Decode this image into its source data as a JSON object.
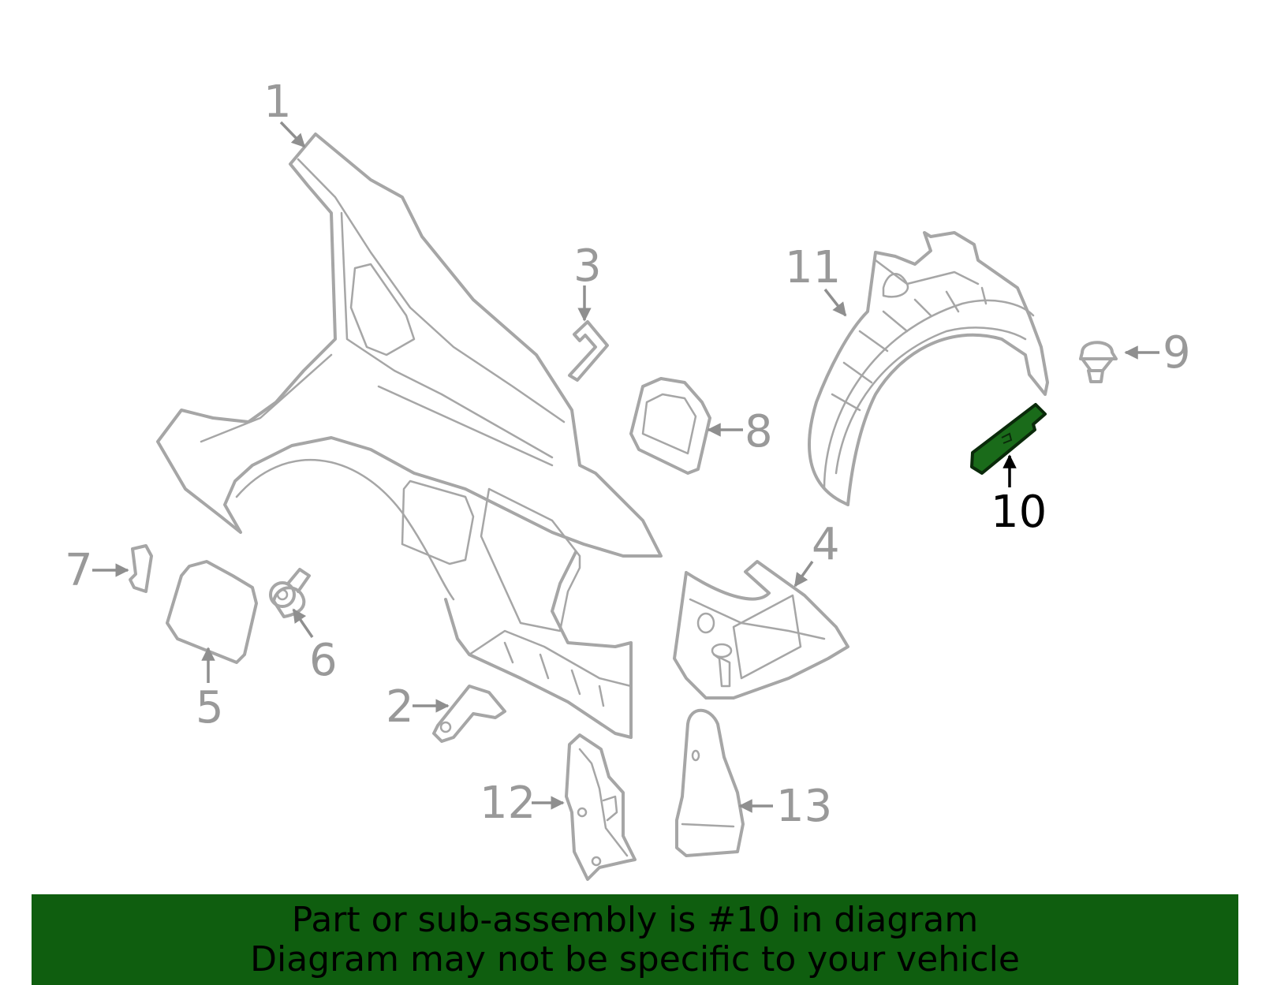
{
  "callouts": {
    "c1": "1",
    "c2": "2",
    "c3": "3",
    "c4": "4",
    "c5": "5",
    "c6": "6",
    "c7": "7",
    "c8": "8",
    "c9": "9",
    "c10": "10",
    "c11": "11",
    "c12": "12",
    "c13": "13"
  },
  "highlight": {
    "part_number": "10",
    "color": "#1a6b1a"
  },
  "colors": {
    "outline": "#a6a6a6",
    "callout_text": "#999999",
    "banner_bg": "#0f5e0f"
  },
  "banner": {
    "line1": "Part or sub-assembly is #10 in diagram",
    "line2": "Diagram may not be specific to your vehicle"
  }
}
